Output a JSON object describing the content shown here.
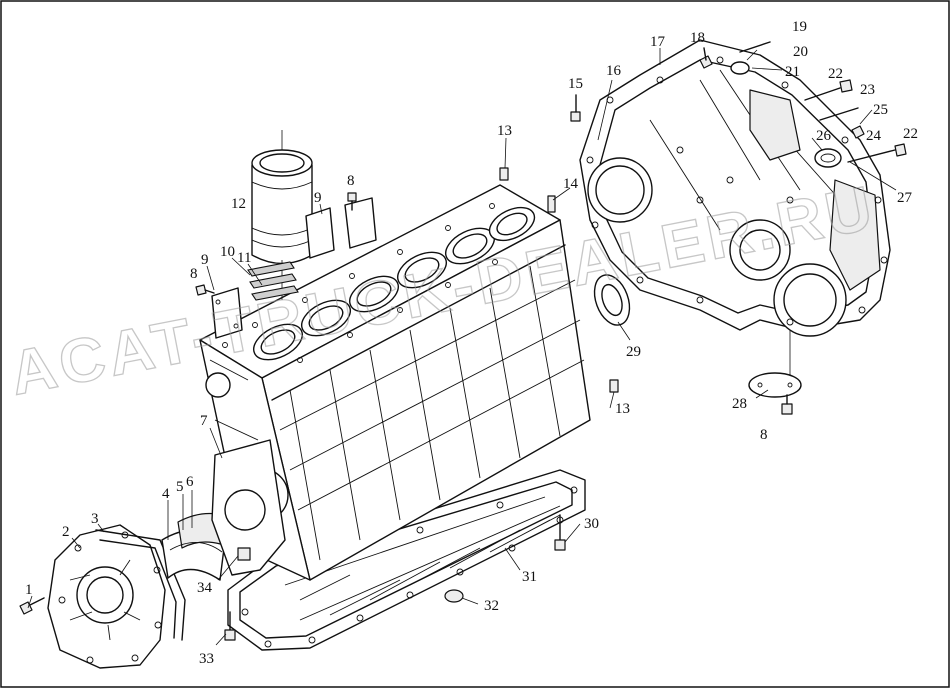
{
  "watermark": "ACAT-TRUCK-DEALER.RU",
  "callouts": [
    "1",
    "2",
    "3",
    "4",
    "5",
    "6",
    "7",
    "8",
    "8",
    "8",
    "9",
    "9",
    "10",
    "11",
    "12",
    "13",
    "13",
    "14",
    "15",
    "16",
    "17",
    "18",
    "19",
    "20",
    "21",
    "22",
    "22",
    "23",
    "24",
    "25",
    "26",
    "27",
    "28",
    "29",
    "30",
    "31",
    "32",
    "33",
    "34"
  ]
}
